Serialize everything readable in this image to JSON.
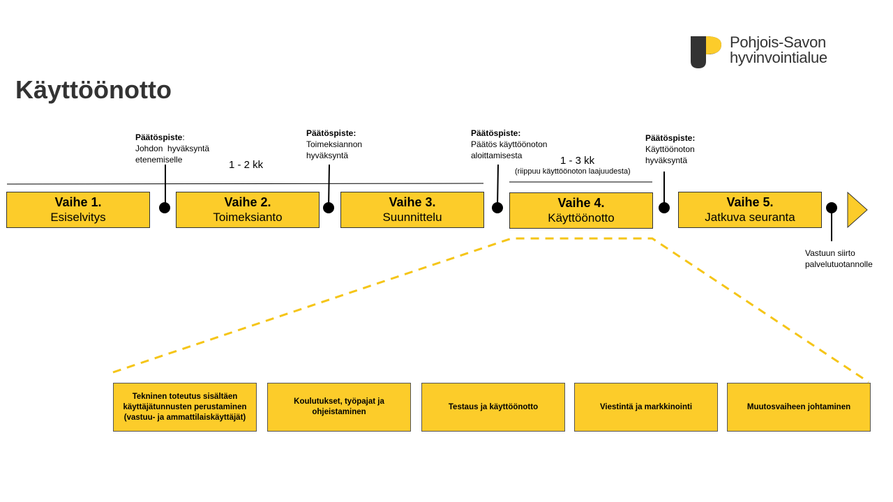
{
  "title": "Käyttöönotto",
  "logo": {
    "line1": "Pohjois-Savon",
    "line2": "hyvinvointialue",
    "icon": "organization-logo-icon"
  },
  "phases": [
    {
      "number": "Vaihe 1.",
      "name": "Esiselvitys"
    },
    {
      "number": "Vaihe 2.",
      "name": "Toimeksianto"
    },
    {
      "number": "Vaihe 3.",
      "name": "Suunnittelu"
    },
    {
      "number": "Vaihe 4.",
      "name": "Käyttöönotto"
    },
    {
      "number": "Vaihe 5.",
      "name": "Jatkuva seuranta"
    }
  ],
  "decision_points": [
    {
      "label": "Päätöspiste",
      "colon": ":",
      "lines": [
        "Johdon  hyväksyntä",
        "etenemiselle"
      ]
    },
    {
      "label": "Päätöspiste:",
      "colon": "",
      "lines": [
        "Toimeksiannon",
        "hyväksyntä"
      ]
    },
    {
      "label": "Päätöspiste:",
      "colon": "",
      "lines": [
        "Päätös käyttöönoton",
        "aloittamisesta"
      ]
    },
    {
      "label": "Päätöspiste:",
      "colon": "",
      "lines": [
        "Käyttöönoton",
        "hyväksyntä"
      ]
    }
  ],
  "durations": {
    "first": "1 - 2 kk",
    "second": "1 - 3 kk",
    "second_note": "(riippuu käyttöönoton laajuudesta)"
  },
  "handover": {
    "lines": [
      "Vastuun siirto",
      "palvelutuotannolle"
    ]
  },
  "tasks": [
    "Tekninen toteutus sisältäen käyttäjätunnusten perustaminen (vastuu- ja ammattilaiskäyttäjät)",
    "Koulutukset, työpajat ja ohjeistaminen",
    "Testaus ja käyttöönotto",
    "Viestintä ja markkinointi",
    "Muutosvaiheen johtaminen"
  ],
  "colors": {
    "accent": "#fccc2a",
    "title": "#333333",
    "line": "#000000"
  }
}
